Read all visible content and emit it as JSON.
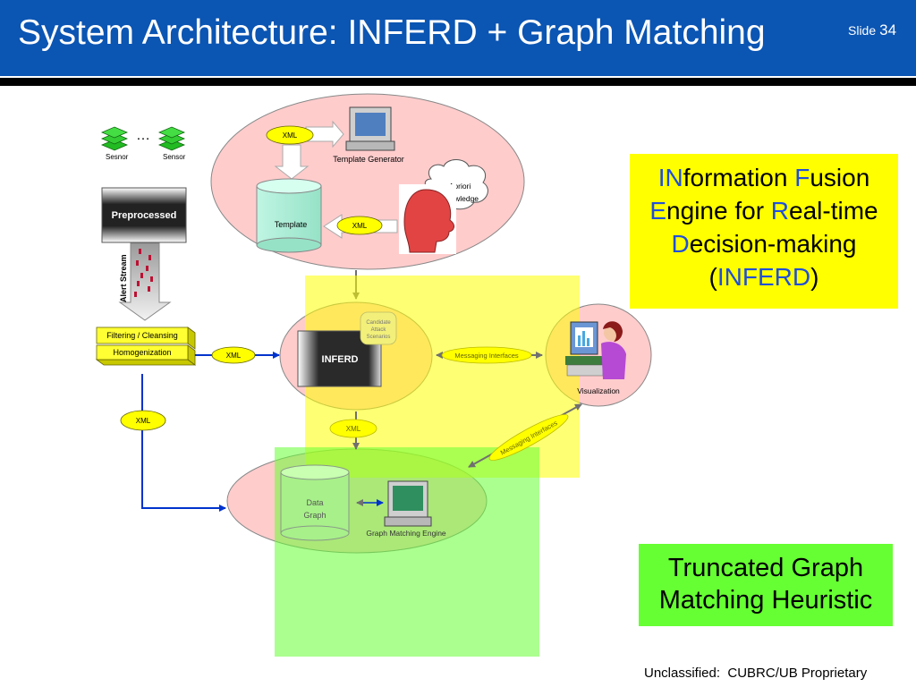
{
  "header": {
    "title": "System Architecture: INFERD + Graph Matching",
    "slide_label": "Slide",
    "slide_number": "34"
  },
  "diagram": {
    "sensor_left": "Sesnor",
    "sensor_right": "Sensor",
    "ellipsis": "…",
    "preprocessed": "Preprocessed",
    "alert_stream": "Alert Stream",
    "filtering": "Filtering / Cleansing",
    "homogenization": "Homogenization",
    "xml": "XML",
    "template_generator": "Template Generator",
    "template": "Template",
    "apriori_line1": "Apriori",
    "apriori_line2": "Knowledge",
    "candidate_line1": "Candidate",
    "candidate_line2": "Attack",
    "candidate_line3": "Scenarios",
    "inferd": "INFERD",
    "messaging_interfaces": "Messaging Interfaces",
    "visualization": "Visualization",
    "data_graph_line1": "Data",
    "data_graph_line2": "Graph",
    "graph_matching_engine": "Graph Matching Engine"
  },
  "inferd_expansion": {
    "line1_accent": "IN",
    "line1_rest": "formation ",
    "line1_accent2": "F",
    "line1_rest2": "usion",
    "line2_accent": "E",
    "line2_rest": "ngine for ",
    "line2_accent2": "R",
    "line2_rest2": "eal-time",
    "line3_accent": "D",
    "line3_rest": "ecision-making",
    "line4_open": "(",
    "line4_accent": "INFERD",
    "line4_close": ")"
  },
  "truncated_box": {
    "line1": "Truncated Graph",
    "line2": "Matching Heuristic"
  },
  "footer": {
    "text": "Unclassified:  CUBRC/UB Proprietary"
  },
  "colors": {
    "header_blue": "#0b55b3",
    "accent_text_blue": "#1f4fd9",
    "highlight_yellow": "#ffff00",
    "highlight_green": "#66ff33",
    "ellipse_pink": "#ffcccc",
    "xml_yellow": "#ffff00",
    "arrow_blue": "#0033cc"
  }
}
